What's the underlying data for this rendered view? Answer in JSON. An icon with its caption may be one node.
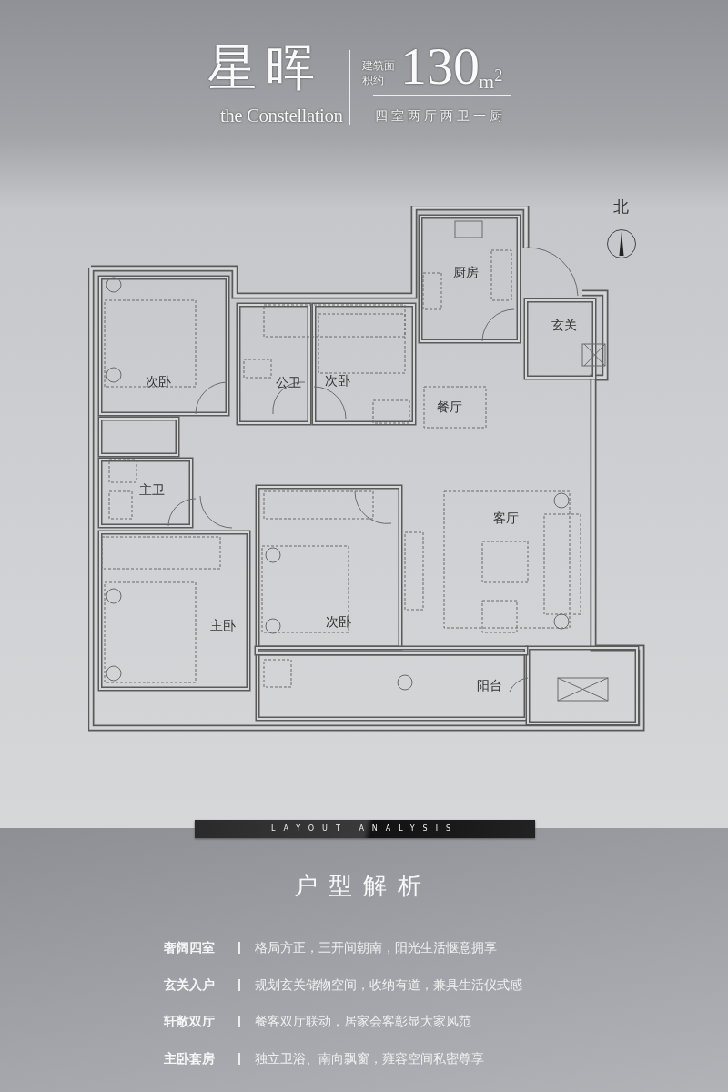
{
  "diagram": {
    "title": "星晖",
    "labels": [
      "the Constellation",
      "建筑面积约",
      "130",
      "m$^{2}$",
      "四室两厅两卫一厨",
      "北",
      "次卧",
      "公卫",
      "次卧",
      "厨房",
      "餐厅",
      "玄关",
      "主卫",
      "客厅",
      "主卧",
      "次卧",
      "阳台",
      "LAYOUT ANALYSIS",
      "户型解析",
      "奢阔四室",
      "格局方正，三开间朝南，阳光生活惬意拥享",
      "玄关入户",
      "规划玄关储物空间，收纳有道，兼具生活仪式感",
      "轩敞双厅",
      "餐客双厅联动，居家会客彰显大家风范",
      "主卧套房",
      "独立卫浴、南向飘窗，雍容空间私密尊享"
    ]
  }
}
